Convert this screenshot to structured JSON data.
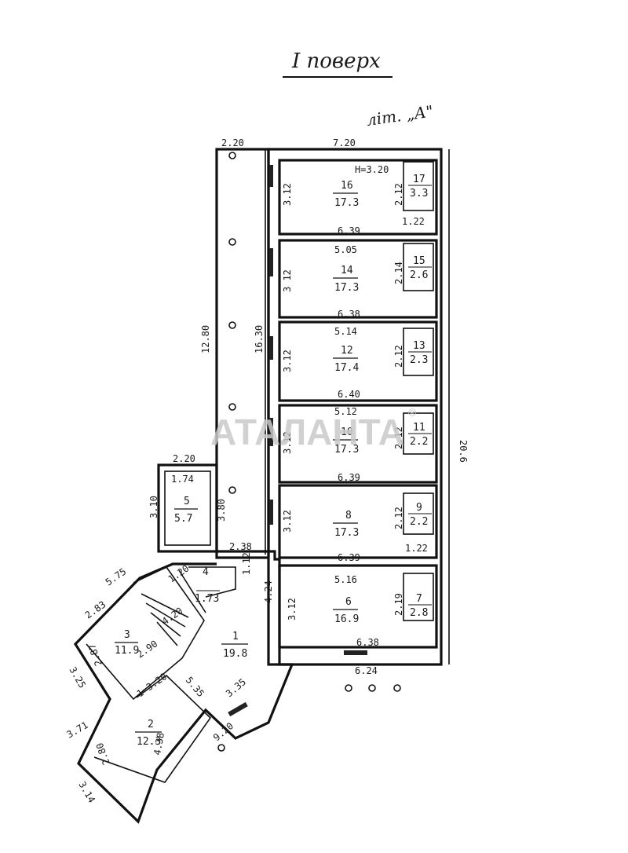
{
  "title": "I поверх",
  "letter": "літ. „А\"",
  "watermark": "АТАЛАНТА",
  "watermark_mark": "®",
  "colors": {
    "ink": "#111111",
    "watermark": "#c9c9c9",
    "paper": "#ffffff"
  },
  "rooms": [
    {
      "id": "16",
      "area": "17.3"
    },
    {
      "id": "17",
      "area": "3.3"
    },
    {
      "id": "14",
      "area": "17.3"
    },
    {
      "id": "15",
      "area": "2.6"
    },
    {
      "id": "12",
      "area": "17.4"
    },
    {
      "id": "13",
      "area": "2.3"
    },
    {
      "id": "10",
      "area": "17.3"
    },
    {
      "id": "11",
      "area": "2.2"
    },
    {
      "id": "8",
      "area": "17.3"
    },
    {
      "id": "9",
      "area": "2.2"
    },
    {
      "id": "6",
      "area": "16.9"
    },
    {
      "id": "7",
      "area": "2.8"
    },
    {
      "id": "5",
      "area": "5.7"
    },
    {
      "id": "4",
      "area": "1.73"
    },
    {
      "id": "3",
      "area": "11.9"
    },
    {
      "id": "2",
      "area": "12.3"
    },
    {
      "id": "1",
      "area": "19.8"
    }
  ],
  "dimensions": {
    "top_left": "2.20",
    "top_right": "7.20",
    "corridor_length": "12.80",
    "corridor_inner": "16.30",
    "right_total": "20.6",
    "h_16": "H=3.20",
    "d_16_side": "3.12",
    "d_17_side": "2.12",
    "d_17_bottom": "1.22",
    "w_row1": "6.39",
    "w_14": "5.05",
    "d_14_side": "3 12",
    "d_15_side": "2.14",
    "w_row2": "6.38",
    "w_12": "5.14",
    "d_12_side": "3.12",
    "d_13_side": "2.12",
    "w_row3": "6.40",
    "w_10": "5.12",
    "d_10_side": "3.12",
    "d_11_side": "2.12",
    "w_row4": "6.39",
    "d_8_side": "3.12",
    "d_9_side": "2.12",
    "d_9_bottom": "1.22",
    "w_row5": "6.39",
    "w_6": "5.16",
    "d_6_side": "3.12",
    "d_7_side": "2.19",
    "w_bottom": "6.38",
    "w_bottom_outer": "6.24",
    "d_5_top": "2.20",
    "d_5_side": "3.10",
    "d_5_inner": "1.74",
    "d_5_right": "3.80",
    "d_link": "2.38",
    "d_1_side": "4.24",
    "d_3_top": "5.75",
    "d_3_side": "2.83",
    "d_3_inner": "2.87",
    "d_3_bottom": "2.90",
    "d_3_stair": "1.20",
    "d_3_left": "3.25",
    "d_2_top": "1=3.20",
    "d_2_side": "4.38",
    "d_2_bottom": "2.80",
    "d_2_left": "3.71",
    "d_2_corner": "3.14",
    "d_1_lower": "5.35",
    "d_1_out": "3.35",
    "d_1_out2": "9.20",
    "d_4_stair": "4.20",
    "d_4_side": "1.12"
  }
}
